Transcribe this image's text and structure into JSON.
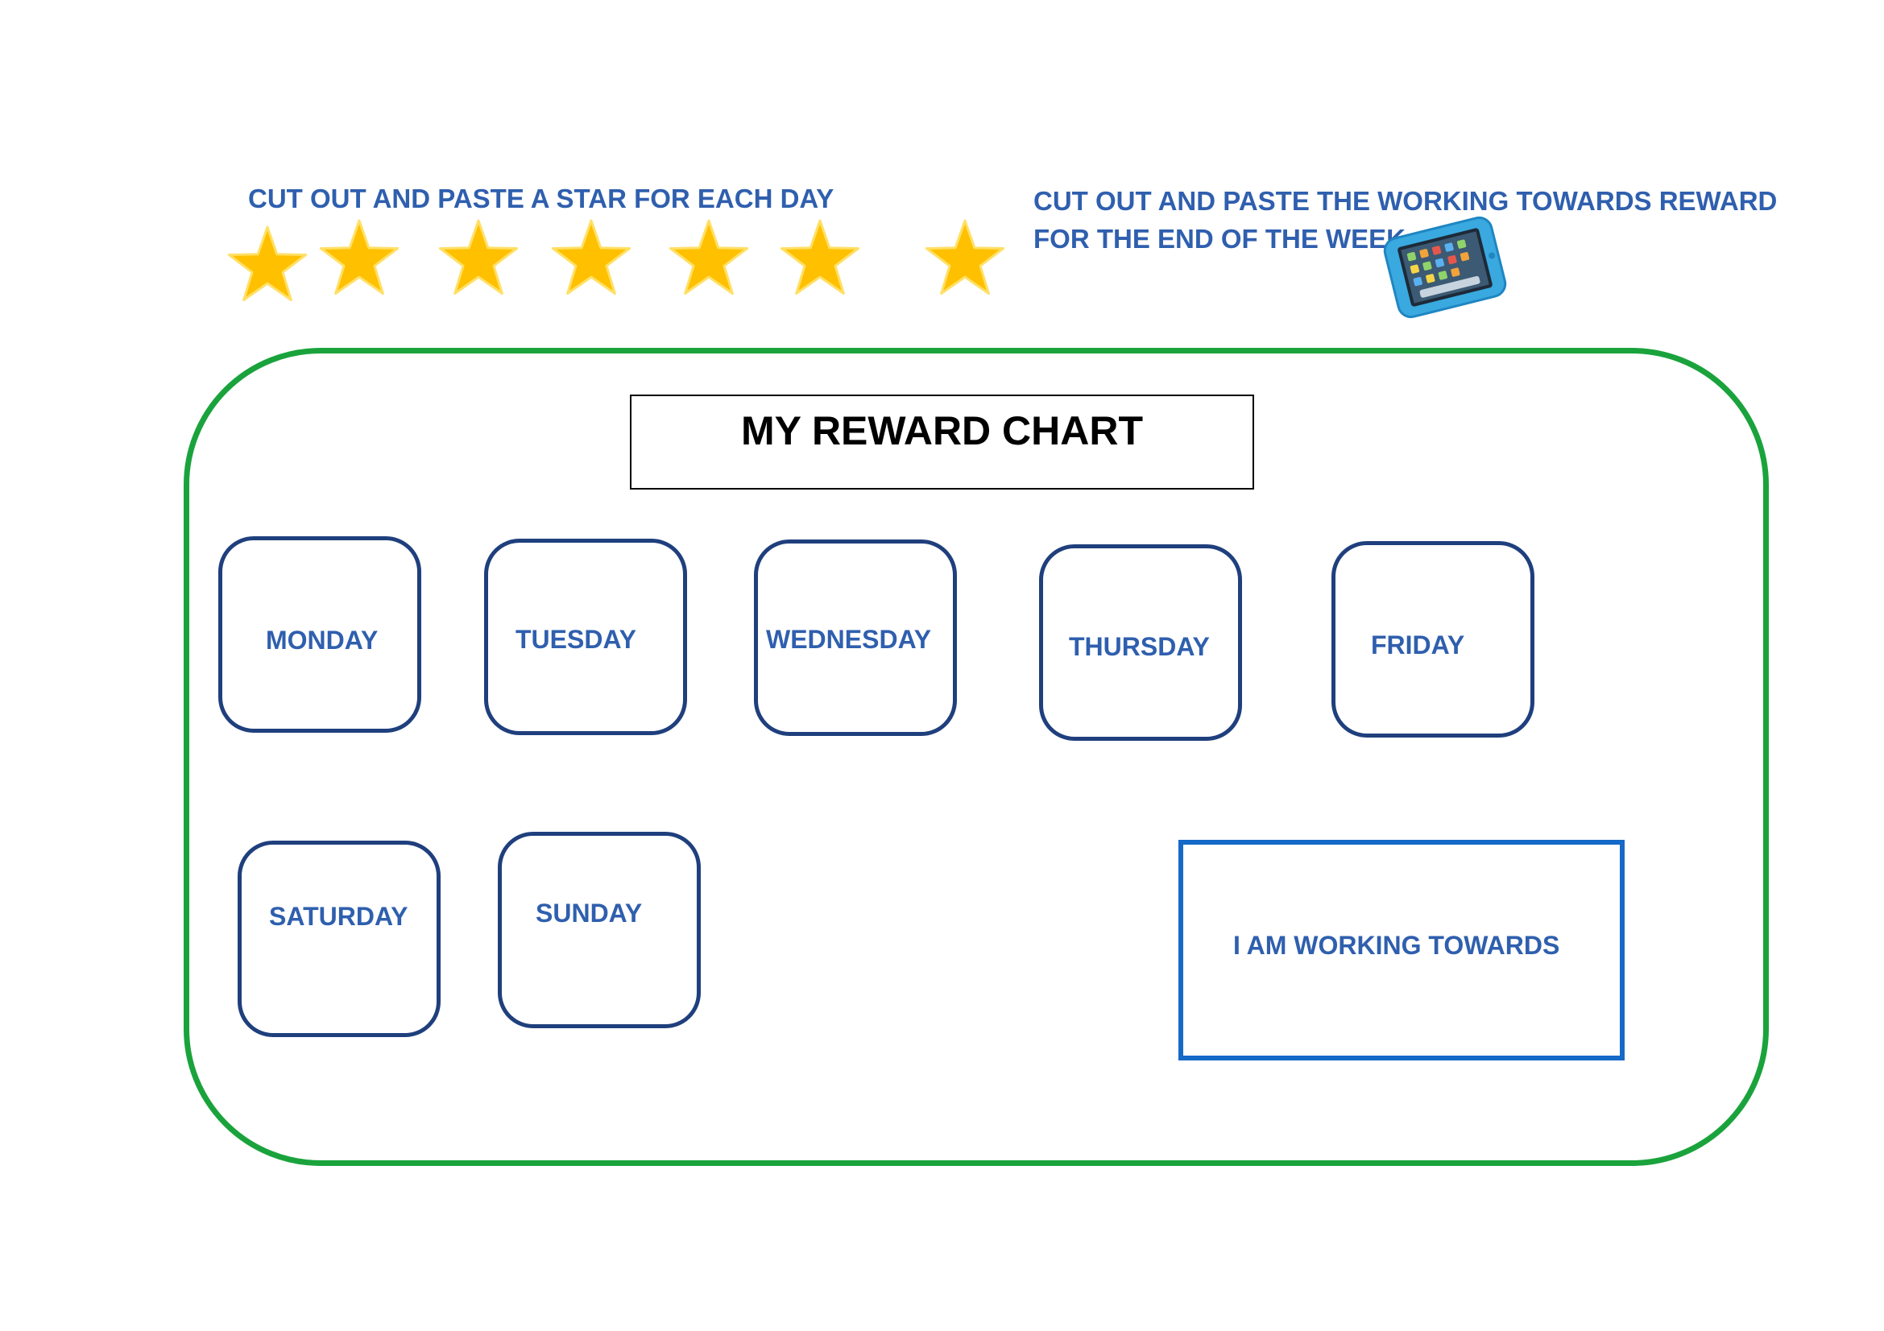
{
  "instructions": {
    "stars": "CUT OUT AND PASTE A STAR FOR EACH DAY",
    "reward": "CUT OUT AND PASTE THE WORKING TOWARDS REWARD FOR THE END OF THE WEEK"
  },
  "stars": {
    "count": 7,
    "icon": "star-icon",
    "fill_color": "#ffc000",
    "stroke_color": "#ffe066"
  },
  "reward_image": {
    "icon": "tablet-icon",
    "case_color": "#39a9e0"
  },
  "chart": {
    "title": "MY REWARD CHART",
    "frame_color": "#1aa33c",
    "days": [
      "MONDAY",
      "TUESDAY",
      "WEDNESDAY",
      "THURSDAY",
      "FRIDAY",
      "SATURDAY",
      "SUNDAY"
    ],
    "goal_label": "I AM WORKING TOWARDS"
  }
}
